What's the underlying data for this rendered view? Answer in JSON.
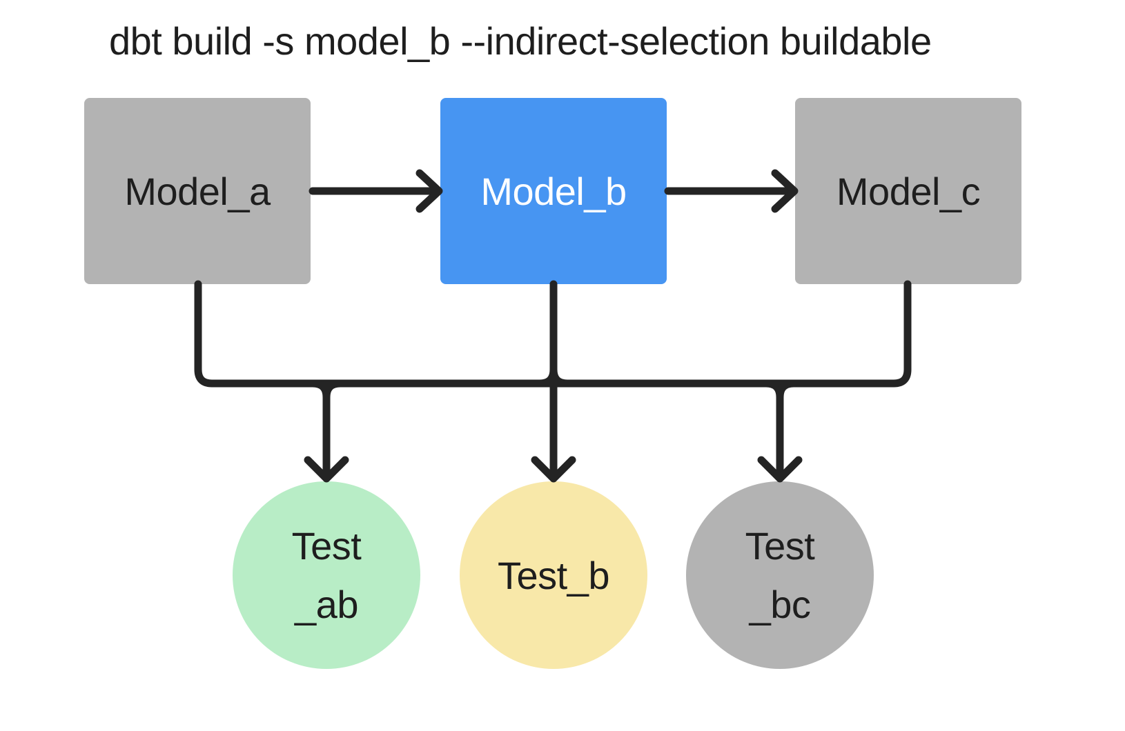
{
  "title": "dbt build -s model_b --indirect-selection buildable",
  "colors": {
    "model_unselected_fill": "#b3b3b3",
    "model_selected_fill": "#4795f2",
    "test_green_fill": "#b8edc6",
    "test_yellow_fill": "#f8e8a9",
    "test_gray_fill": "#b3b3b3",
    "connector_stroke": "#242424",
    "dark_text": "#1e1e1e",
    "light_text": "#ffffff"
  },
  "nodes": {
    "models": [
      {
        "id": "model_a",
        "label": "Model_a",
        "fill": "#b3b3b3",
        "text_color": "#1e1e1e"
      },
      {
        "id": "model_b",
        "label": "Model_b",
        "fill": "#4795f2",
        "text_color": "#ffffff"
      },
      {
        "id": "model_c",
        "label": "Model_c",
        "fill": "#b3b3b3",
        "text_color": "#1e1e1e"
      }
    ],
    "tests": [
      {
        "id": "test_ab",
        "line1": "Test",
        "line2": "_ab",
        "fill": "#b8edc6",
        "text_color": "#1e1e1e"
      },
      {
        "id": "test_b",
        "line1": "Test_b",
        "fill": "#f8e8a9",
        "text_color": "#1e1e1e"
      },
      {
        "id": "test_bc",
        "line1": "Test",
        "line2": "_bc",
        "fill": "#b3b3b3",
        "text_color": "#1e1e1e"
      }
    ]
  }
}
